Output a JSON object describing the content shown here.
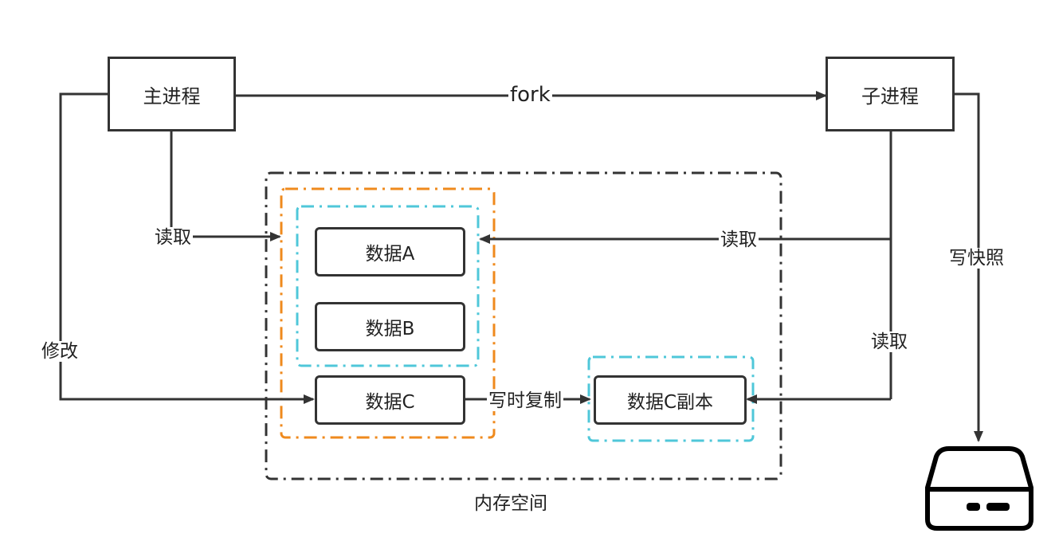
{
  "processes": {
    "main": "主进程",
    "child": "子进程"
  },
  "data_items": {
    "a": "数据A",
    "b": "数据B",
    "c": "数据C",
    "c_copy": "数据C副本"
  },
  "labels": {
    "fork": "fork",
    "main_read": "读取",
    "child_read_a": "读取",
    "child_read_c": "读取",
    "modify": "修改",
    "copy_on_write": "写时复制",
    "write_snapshot": "写快照",
    "memory_space": "内存空间"
  },
  "colors": {
    "line": "#333333",
    "orange": "#ef8a1d",
    "cyan": "#4fc7d9",
    "disk": "#000000"
  },
  "icons": {
    "disk": "disk-drive-icon"
  }
}
